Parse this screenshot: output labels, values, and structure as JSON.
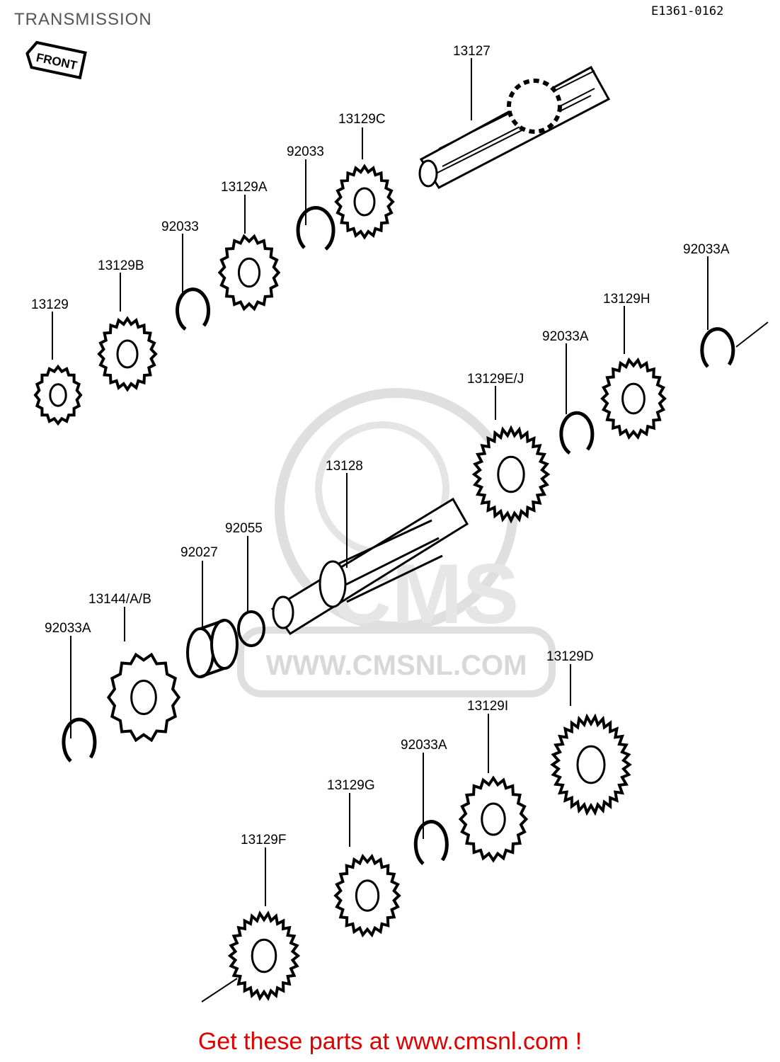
{
  "header": {
    "title": "TRANSMISSION",
    "code": "E1361-0162"
  },
  "front_mark": "FRONT",
  "watermark": {
    "brand": "CMS",
    "url": "WWW.CMSNL.COM"
  },
  "footer": "Get these parts at www.cmsnl.com !",
  "labels": {
    "p13127": "13127",
    "p13129C": "13129C",
    "p92033_top": "92033",
    "p13129A": "13129A",
    "p92033": "92033",
    "p13129B": "13129B",
    "p13129": "13129",
    "p92033A_right": "92033A",
    "p13129H": "13129H",
    "p92033A_mid": "92033A",
    "p13129EJ": "13129E/J",
    "p13128": "13128",
    "p92055": "92055",
    "p92027": "92027",
    "p13144AB": "13144/A/B",
    "p92033A_left": "92033A",
    "p13129D": "13129D",
    "p13129I": "13129I",
    "p92033A_low": "92033A",
    "p13129G": "13129G",
    "p13129F": "13129F"
  }
}
